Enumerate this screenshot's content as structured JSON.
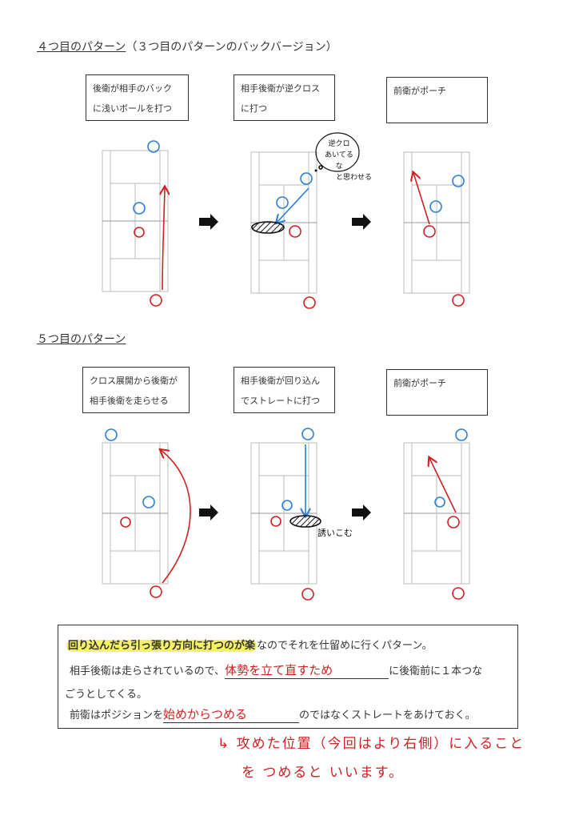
{
  "section4": {
    "title": "４つ目のパターン",
    "subtitle": "（３つ目のパターンのバックバージョン）",
    "steps": [
      {
        "line1": "後衛が相手のバック",
        "line2": "に浅いボールを打つ"
      },
      {
        "line1": "相手後衛が逆クロス",
        "line2": "に打つ"
      },
      {
        "line1": "前衛がポーチ",
        "line2": ""
      }
    ],
    "bubble": {
      "line1": "逆クロ",
      "line2": "あいてるな",
      "after": "と思わせる"
    }
  },
  "section5": {
    "title": "５つ目のパターン",
    "steps": [
      {
        "line1": "クロス展開から後衛が",
        "line2": "相手後衛を走らせる"
      },
      {
        "line1": "相手後衛が回り込ん",
        "line2": "でストレートに打つ"
      },
      {
        "line1": "前衛がポーチ",
        "line2": ""
      }
    ],
    "annotation": "誘いこむ"
  },
  "note": {
    "highlight": "回り込んだら引っ張り方向に打つのが楽",
    "line1_rest": "なのでそれを仕留めに行くパターン。",
    "line2_pre": "相手後衛は走らされているので、",
    "line2_fill": "体勢を立て直すため",
    "line2_post": "に後衛前に１本つな",
    "line3": "ごうとしてくる。",
    "line4_pre": "前衛はポジションを",
    "line4_fill": "始めからつめる",
    "line4_post": "のではなくストレートをあけておく。"
  },
  "handwritten": {
    "line1": "↳ 攻めた位置（今回はより右側）に入ること",
    "line2": "を つめると いいます。"
  },
  "colors": {
    "blue": "#2a7fd4",
    "red": "#d02020",
    "highlight": "#f6f06a"
  }
}
